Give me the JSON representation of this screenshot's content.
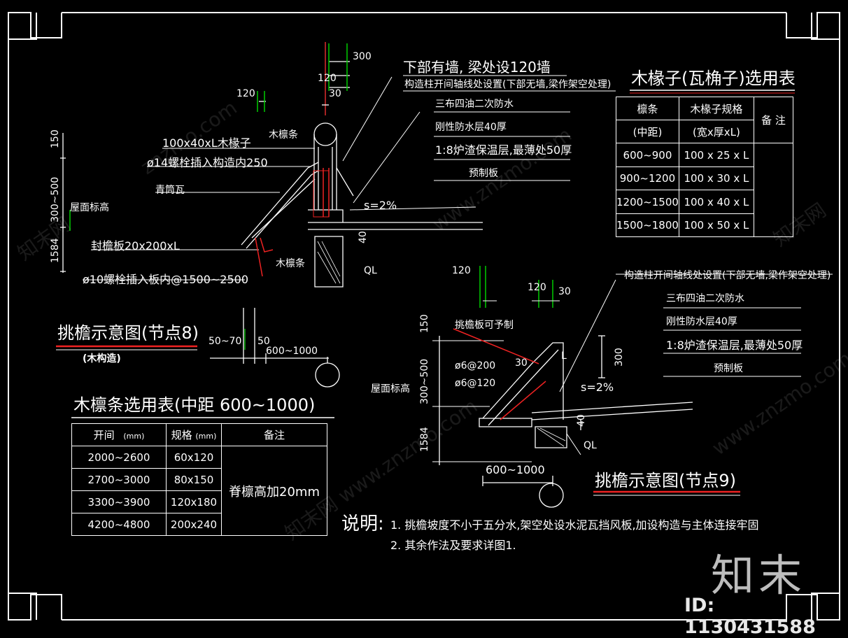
{
  "watermarks": [
    "znzmo.com",
    "www.znzmo.com",
    "知末网 www.znzmo.com",
    "知末网",
    "知末网",
    "www.znzmo.com"
  ],
  "logo": "知末",
  "image_id": "ID: 1130431588",
  "node8": {
    "title": "挑檐示意图(节点8)",
    "subtitle": "(木构造)",
    "dims": {
      "d300": "300",
      "d120a": "120",
      "d30": "30",
      "d120b": "120",
      "d150": "150",
      "d300_500": "300~500",
      "d1584": "1584",
      "d50_70": "50~70",
      "d50": "50",
      "d600_1000": "600~1000",
      "d40": "40"
    },
    "labels": {
      "wall_note": "下部有墙, 梁处设120墙",
      "column_note": "构造柱开间轴线处设置(下部无墙,梁作架空处理)",
      "layer1": "三布四油二次防水",
      "layer2": "刚性防水层40厚",
      "layer3": "1:8炉渣保温层,最薄处50厚",
      "layer4": "预制板",
      "purlin_top": "木檩条",
      "rafter": "100x40xL木椽子",
      "bolt14": "ø14螺栓插入构造内250",
      "tile": "青筒瓦",
      "roof_level": "屋面标高",
      "fascia": "封檐板20x200xL",
      "purlin_bottom": "木檩条",
      "bolt10": "ø10螺栓插入板内@1500~2500",
      "slope": "s=2%",
      "ql": "QL"
    }
  },
  "node9": {
    "title": "挑檐示意图(节点9)",
    "dims": {
      "d120a": "120",
      "d120b": "120",
      "d30": "30",
      "d150": "150",
      "d300_500": "300~500",
      "d1584": "1584",
      "d300": "300",
      "d600_1000": "600~1000",
      "d40": "40",
      "d30b": "30"
    },
    "labels": {
      "column_note": "构造柱开间轴线处设置(下部无墙,梁作架空处理)",
      "layer1": "三布四油二次防水",
      "layer2": "刚性防水层40厚",
      "layer3": "1:8炉渣保温层,最薄处50厚",
      "layer4": "预制板",
      "board": "挑檐板可予制",
      "rebar1": "ø6@200",
      "rebar2": "ø6@120",
      "roof_level": "屋面标高",
      "slope": "s=2%",
      "l": "L",
      "ql": "QL"
    }
  },
  "rafter_table": {
    "title": "木椽子(瓦桷子)选用表",
    "h_purlin": "檩条",
    "h_spacing": "(中距)",
    "h_spec": "木椽子规格",
    "h_spec_unit": "(宽x厚xL)",
    "h_note": "备 注",
    "rows": [
      [
        "600~900",
        "100 x 25 x L"
      ],
      [
        "900~1200",
        "100 x 30 x L"
      ],
      [
        "1200~1500",
        "100 x 40 x L"
      ],
      [
        "1500~1800",
        "100 x 50 x L"
      ]
    ]
  },
  "purlin_table": {
    "title": "木檩条选用表(中距 600~1000)",
    "h_span": "开间",
    "h_span_unit": "(mm)",
    "h_spec": "规格",
    "h_spec_unit": "(mm)",
    "h_note": "备注",
    "rows": [
      [
        "2000~2600",
        "60x120"
      ],
      [
        "2700~3000",
        "80x150"
      ],
      [
        "3300~3900",
        "120x180"
      ],
      [
        "4200~4800",
        "200x240"
      ]
    ],
    "note": "脊檩高加20mm"
  },
  "notes": {
    "label": "说明:",
    "item1": "1. 挑檐坡度不小于五分水,架空处设水泥瓦挡风板,加设构造与主体连接牢固",
    "item2": "2. 其余作法及要求详图1."
  }
}
